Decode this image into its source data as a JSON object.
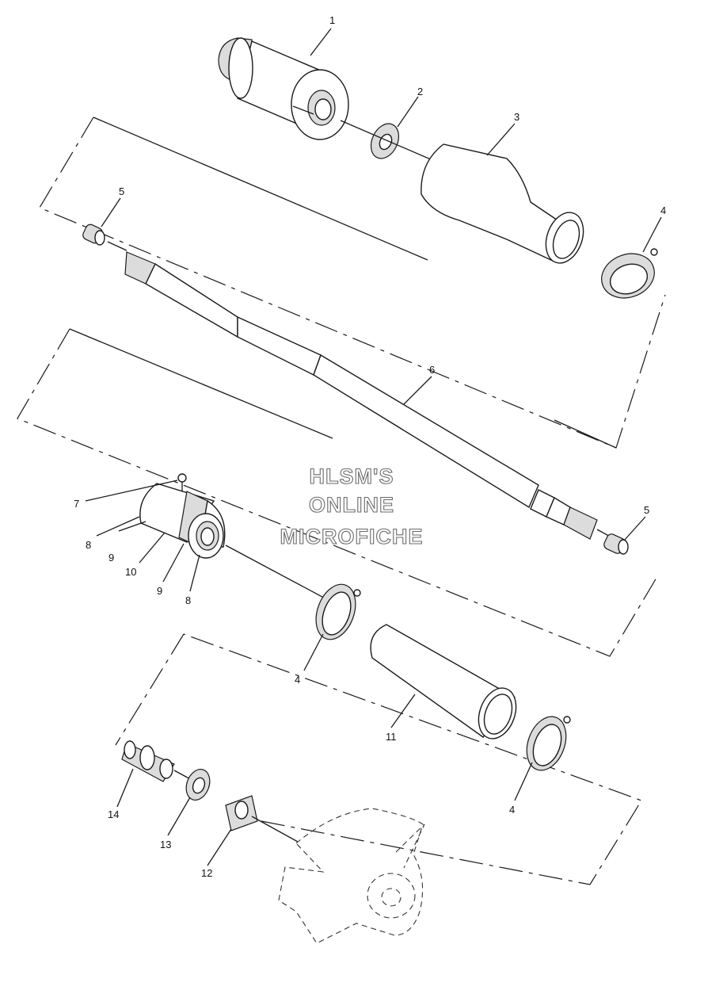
{
  "watermark": {
    "line1": "HLSM'S",
    "line2": "ONLINE",
    "line3": "MICROFICHE"
  },
  "callouts": {
    "c1": "1",
    "c2": "2",
    "c3": "3",
    "c4a": "4",
    "c4b": "4",
    "c4c": "4",
    "c5a": "5",
    "c5b": "5",
    "c6": "6",
    "c7": "7",
    "c8a": "8",
    "c8b": "8",
    "c9a": "9",
    "c9b": "9",
    "c10": "10",
    "c11": "11",
    "c12": "12",
    "c13": "13",
    "c14": "14"
  }
}
